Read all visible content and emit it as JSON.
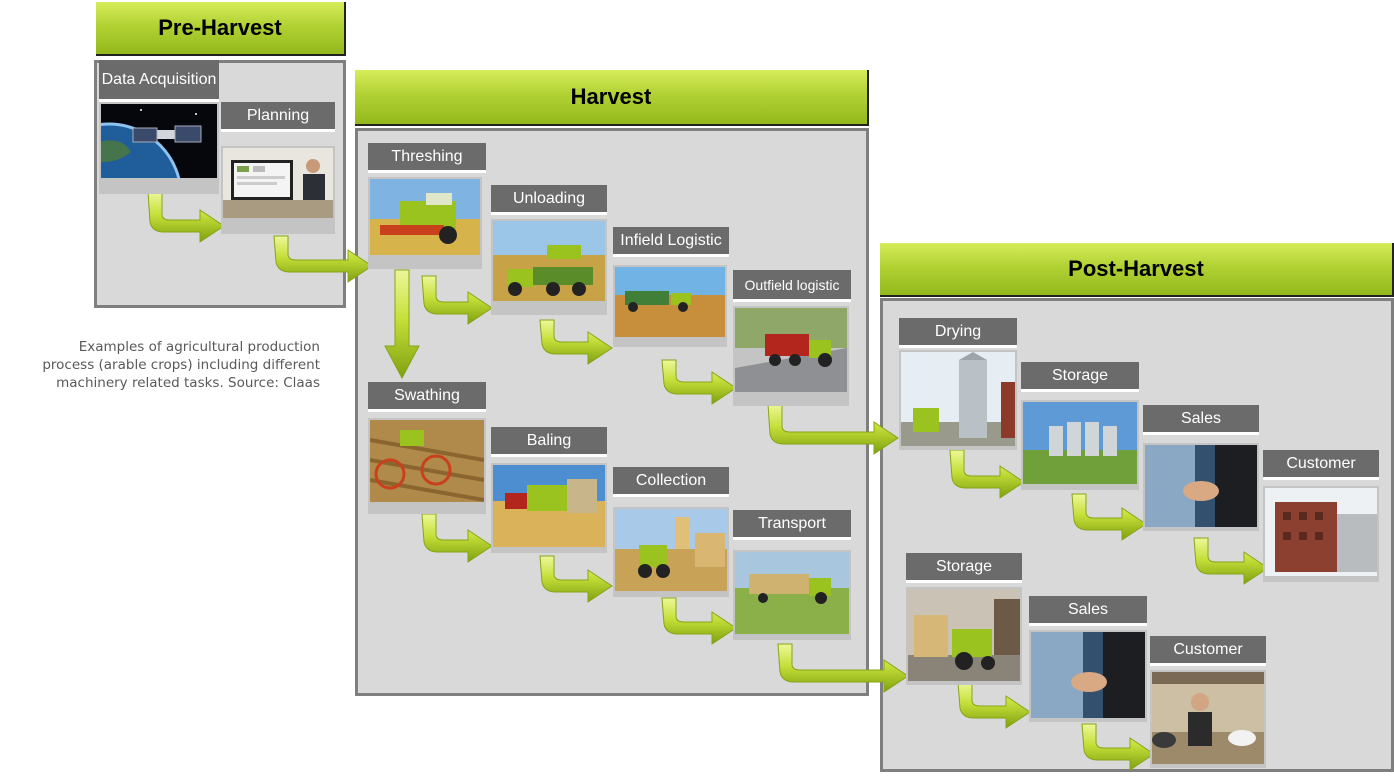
{
  "phases": {
    "pre_harvest": "Pre-Harvest",
    "harvest": "Harvest",
    "post_harvest": "Post-Harvest"
  },
  "tasks": {
    "data_acquisition": "Data Acquisition",
    "planning": "Planning",
    "threshing": "Threshing",
    "unloading": "Unloading",
    "infield_logistic": "Infield Logistic",
    "outfield_logistic": "Outfield logistic",
    "swathing": "Swathing",
    "baling": "Baling",
    "collection": "Collection",
    "transport": "Transport",
    "drying": "Drying",
    "storage_1": "Storage",
    "sales_1": "Sales",
    "customer_1": "Customer",
    "storage_2": "Storage",
    "sales_2": "Sales",
    "customer_2": "Customer"
  },
  "caption": {
    "line1": "Examples of agricultural production",
    "line2": "process (arable crops) including different",
    "line3": "machinery related tasks. Source: Claas"
  },
  "colors": {
    "header_green": "#b2d234",
    "arrow_green": "#c6e03a",
    "label_gray": "#6b6b6b",
    "panel_gray": "#d9d9d9",
    "border_gray": "#7f7f7f"
  }
}
